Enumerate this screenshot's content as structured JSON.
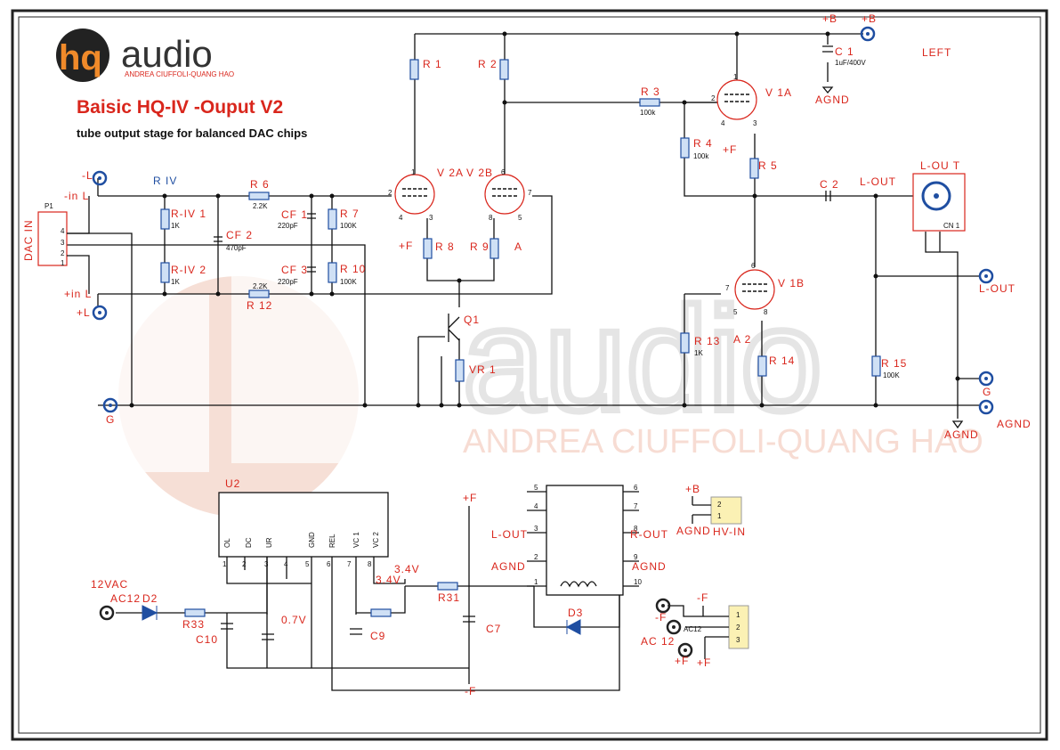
{
  "logo": {
    "hq": "hq",
    "audio": "audio",
    "sub": "ANDREA CIUFFOLI-QUANG HAO"
  },
  "title": "Baisic HQ-IV -Ouput V2",
  "subtitle": "tube output stage for balanced DAC chips",
  "watermark": {
    "audio": "audio",
    "sub": "ANDREA CIUFFOLI-QUANG HAO"
  },
  "channel": "LEFT",
  "riv_title": "R IV",
  "connectors": {
    "p1": "P1",
    "dacin": "DAC IN",
    "p1_pins": [
      "4",
      "3",
      "2",
      "1"
    ],
    "minus_l": "-L",
    "minus_in_l": "-in L",
    "plus_in_l": "+in L",
    "plus_l": "+L",
    "g_left": "G",
    "b_plus": "+B",
    "b_plus2": "+B",
    "lout_top": "L-OUT",
    "lout_box": "L-OU T",
    "cn1": "CN 1",
    "lout_right": "L-OUT",
    "g_right": "G",
    "agnd_right": "AGND",
    "agnd_arrow": "AGND"
  },
  "components": {
    "r1": "R 1",
    "r2": "R 2",
    "r3": "R 3",
    "r3v": "100k",
    "r4": "R 4",
    "r4v": "100k",
    "r5": "R 5",
    "r6": "R 6",
    "r6v": "2.2K",
    "r7": "R 7",
    "r7v": "100K",
    "r8": "R 8",
    "r9": "R 9",
    "r10": "R 10",
    "r10v": "100K",
    "r12": "R 12",
    "r12v": "2.2K",
    "r13": "R 13",
    "r13v": "1K",
    "r14": "R 14",
    "r15": "R 15",
    "r15v": "100K",
    "riv1": "R-IV 1",
    "riv1v": "1K",
    "riv2": "R-IV 2",
    "riv2v": "1K",
    "cf1": "CF 1",
    "cf1v": "220pF",
    "cf2": "CF 2",
    "cf2v": "470pF",
    "cf3": "CF 3",
    "cf3v": "220pF",
    "c1": "C 1",
    "c1v": "1uF/400V",
    "c1gnd": "AGND",
    "c2": "C 2",
    "v1a": "V 1A",
    "v1b": "V 1B",
    "v2a": "V 2A",
    "v2b": "V 2B",
    "q1": "Q1",
    "vr1": "VR 1",
    "pf": "+F",
    "a1": "A",
    "a2": "A 2"
  },
  "pins": {
    "v2a": [
      "1",
      "2",
      "3",
      "4"
    ],
    "v2b": [
      "6",
      "7",
      "8",
      "5"
    ],
    "v1a": [
      "1",
      "2",
      "3",
      "4"
    ],
    "v1b": [
      "6",
      "7",
      "5",
      "8"
    ]
  },
  "supply": {
    "u2": "U2",
    "u2_pins_top": [
      "OL",
      "DC",
      "UR",
      "GND",
      "REL",
      "VC 1",
      "VC 2"
    ],
    "u2_pins_num": [
      "1",
      "2",
      "3",
      "4",
      "5",
      "6",
      "7",
      "8"
    ],
    "vac": "12VAC",
    "ac12": "AC12",
    "d2": "D2",
    "r33": "R33",
    "c10": "C10",
    "v07": "0.7V",
    "v34a": "3.4V",
    "v34b": "3.4V",
    "r31": "R31",
    "c9": "C9",
    "c7": "C7",
    "pf": "+F",
    "mf": "-F",
    "d3": "D3",
    "relay_pins": [
      "5",
      "6",
      "4",
      "7",
      "3",
      "8",
      "2",
      "9",
      "1",
      "10"
    ],
    "l_out": "L-OUT",
    "r_out": "R-OUT",
    "agnd1": "AGND",
    "agnd2": "AGND",
    "hv_b": "+B",
    "hv_agnd": "AGND",
    "hv_in": "HV-IN",
    "hv_pins": [
      "2",
      "1"
    ],
    "mf2": "-F",
    "mf_lbl": "-F",
    "ac12_b": "AC12",
    "ac12_big": "AC 12",
    "pf_lbl": "+F",
    "pf2": "+F",
    "con3": [
      "1",
      "2",
      "3"
    ]
  },
  "colors": {
    "wire": "#111111",
    "label": "#d9261c",
    "resistor": "#1f4ea1",
    "watermark": "#f3d2c8",
    "note": "#f8e0c6"
  }
}
